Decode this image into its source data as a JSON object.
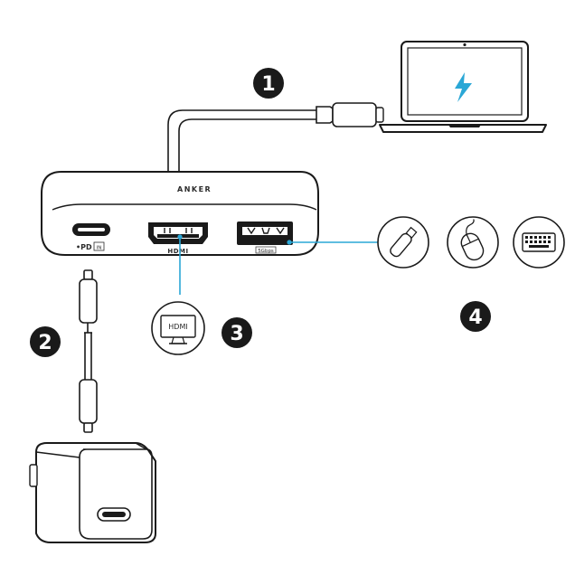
{
  "hub": {
    "brand": "ANKER",
    "port_usbc_label": "•PD",
    "port_usbc_sub": "IN",
    "port_hdmi_label": "HDMI",
    "port_usba_label": "5Gbps"
  },
  "steps": {
    "step1": "1",
    "step2": "2",
    "step3": "3",
    "step4": "4"
  },
  "monitor": {
    "label": "HDMI"
  },
  "icons": {
    "laptop": "laptop-icon",
    "charging": "lightning-bolt-icon",
    "usb_drive": "usb-drive-icon",
    "mouse": "mouse-icon",
    "keyboard": "keyboard-icon",
    "monitor": "hdmi-monitor-icon",
    "charger": "power-adapter-icon"
  },
  "colors": {
    "accent": "#2aa7d6",
    "line": "#1a1a1a",
    "badge": "#1a1a1a"
  }
}
